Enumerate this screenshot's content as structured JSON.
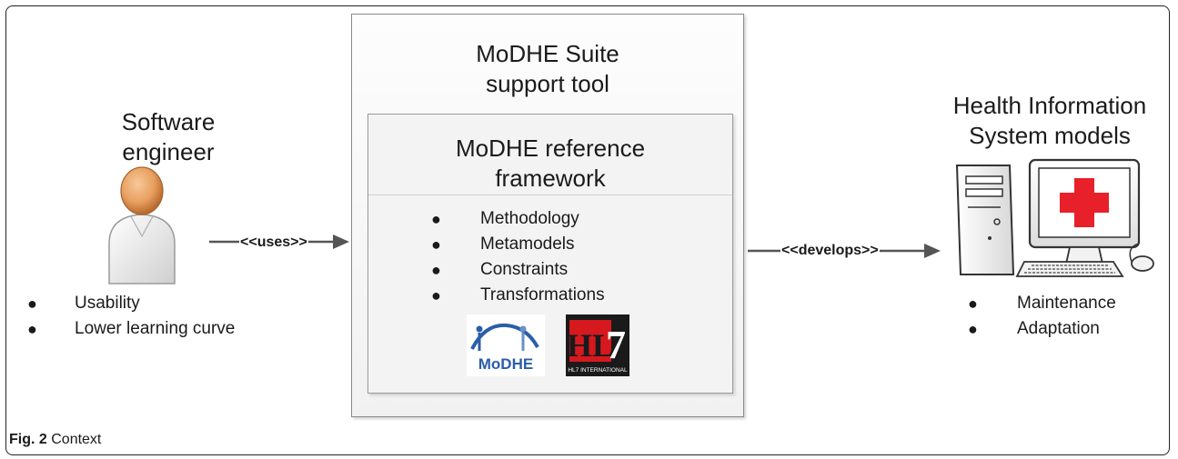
{
  "left_actor": {
    "title_line1": "Software",
    "title_line2": "engineer",
    "icon": "person-icon",
    "bullets": [
      "Usability",
      "Lower learning curve"
    ]
  },
  "uses_arrow": {
    "label": "<<uses>>"
  },
  "suite": {
    "title_line1": "MoDHE Suite",
    "title_line2": "support tool"
  },
  "framework": {
    "title_line1": "MoDHE reference",
    "title_line2": "framework",
    "items": [
      "Methodology",
      "Metamodels",
      "Constraints",
      "Transformations"
    ],
    "logos": [
      {
        "name": "modhe-logo",
        "text": "MoDHE"
      },
      {
        "name": "hl7-logo",
        "text": "HL7 INTERNATIONAL"
      }
    ]
  },
  "develops_arrow": {
    "label": "<<develops>>"
  },
  "right_target": {
    "title_line1": "Health Information",
    "title_line2": "System models",
    "icon": "medical-computer-icon",
    "bullets": [
      "Maintenance",
      "Adaptation"
    ]
  },
  "caption": {
    "label": "Fig. 2",
    "text": "Context"
  },
  "colors": {
    "cross_red": "#e8202a",
    "arrow": "#555555",
    "person_head": "#e8a060"
  }
}
